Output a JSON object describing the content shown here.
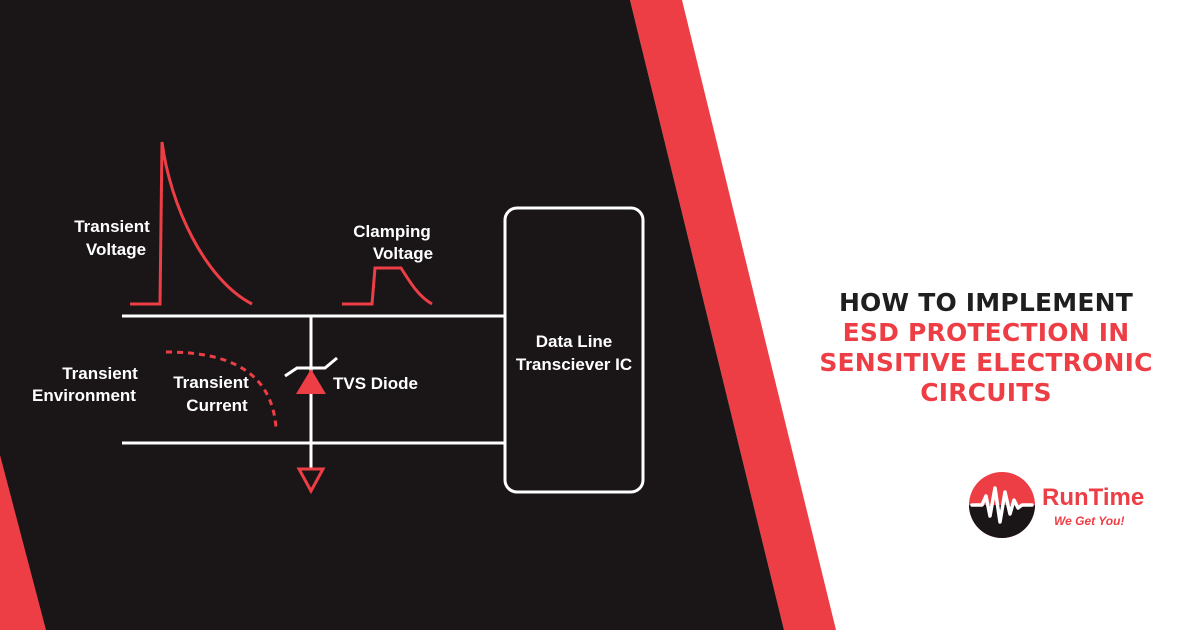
{
  "colors": {
    "dark": "#1a1618",
    "accent": "#ee3e45",
    "white": "#ffffff",
    "text_dark": "#1f1f1f"
  },
  "diagram": {
    "transient_voltage_line1": "Transient",
    "transient_voltage_line2": "Voltage",
    "clamping_voltage_line1": "Clamping",
    "clamping_voltage_line2": "Voltage",
    "transient_environment_line1": "Transient",
    "transient_environment_line2": "Environment",
    "transient_current_line1": "Transient",
    "transient_current_line2": "Current",
    "tvs_diode": "TVS Diode",
    "ic_line1": "Data Line",
    "ic_line2": "Transciever IC"
  },
  "headline": {
    "line1": "HOW TO IMPLEMENT",
    "line2": "ESD PROTECTION IN",
    "line3": "SENSITIVE ELECTRONIC",
    "line4": "CIRCUITS"
  },
  "logo": {
    "icon": "pulse-waveform-icon",
    "name": "RunTime",
    "tagline": "We Get You!"
  }
}
